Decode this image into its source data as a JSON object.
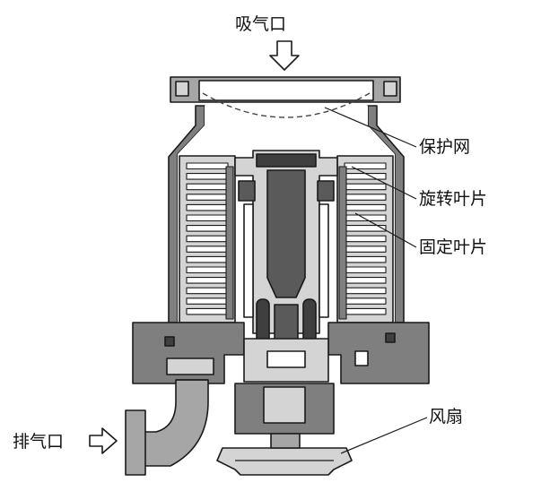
{
  "labels": {
    "intake": "吸气口",
    "guard_mesh": "保护网",
    "rotor_blades": "旋转叶片",
    "stator_blades": "固定叶片",
    "fan": "风扇",
    "exhaust": "排气口"
  },
  "colors": {
    "outline": "#1a1a1a",
    "housing": "#7f7f7f",
    "flange": "#a6a6a6",
    "light_part": "#d4d4d4",
    "dark_part": "#5a5a5a",
    "rotor_dark": "#3f3f3f",
    "mesh": "#444444",
    "interior": "#ffffff"
  }
}
